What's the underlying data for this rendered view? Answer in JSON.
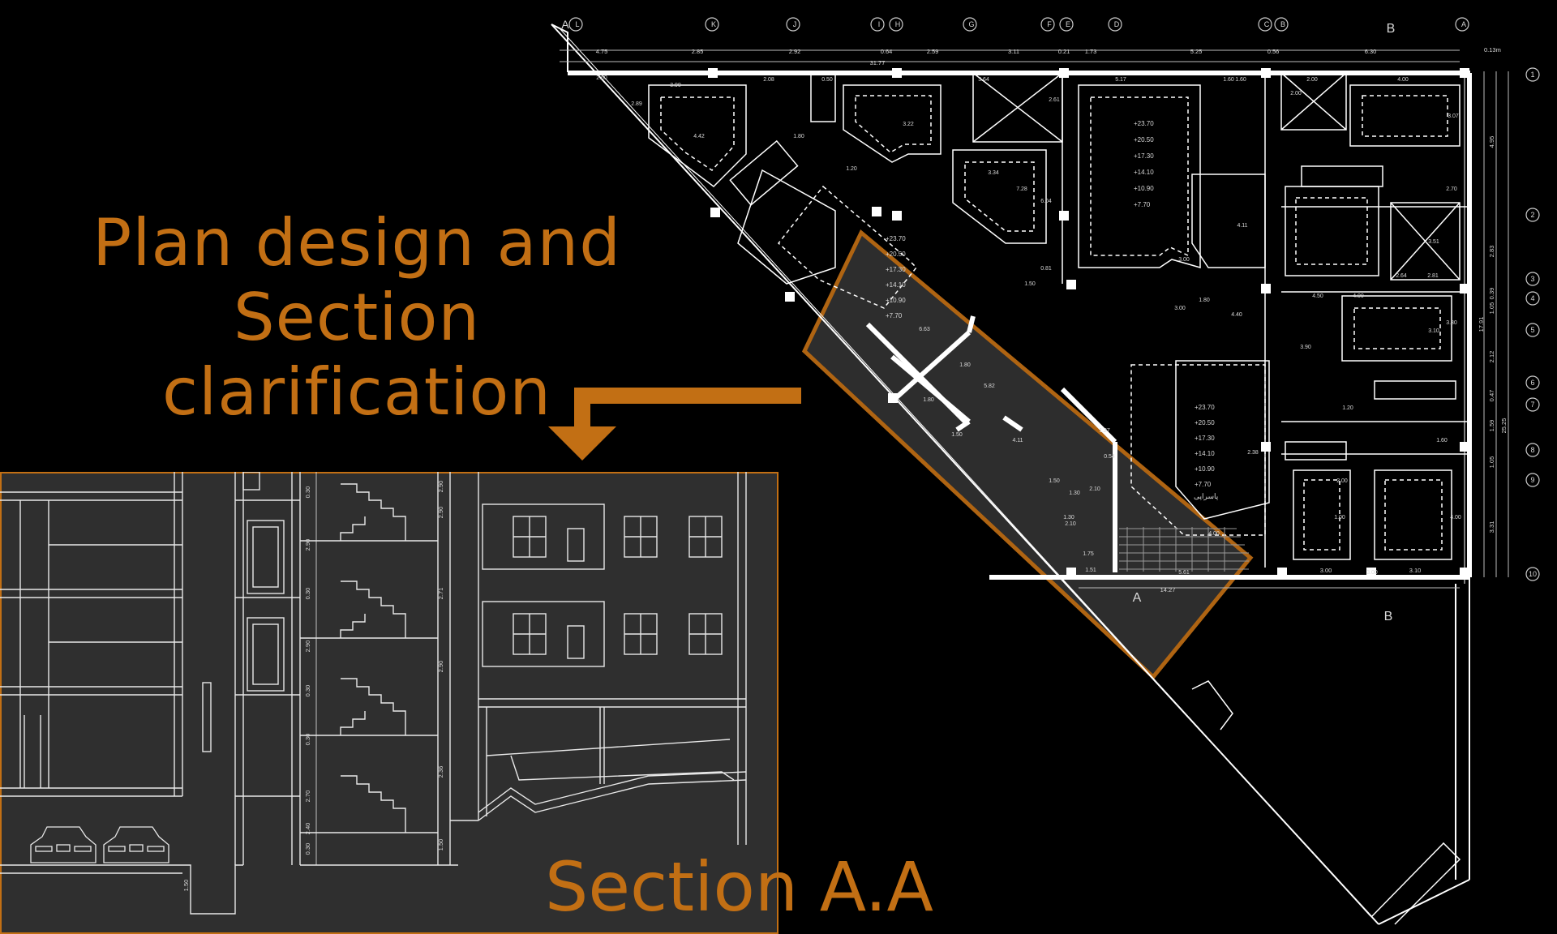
{
  "title": {
    "line1": "Plan design and",
    "line2": "Section clarification"
  },
  "section_caption": "Section A.A",
  "colors": {
    "background": "#000000",
    "accent": "#c26f14",
    "linework": "#ffffff",
    "section_panel": "#2f2f2f",
    "highlight_fill": "rgba(120,120,120,0.45)"
  },
  "plan": {
    "grid_top": [
      "A",
      "L",
      "K",
      "J",
      "I",
      "H",
      "G",
      "F",
      "E",
      "D",
      "C",
      "B",
      "A"
    ],
    "grid_right": [
      "1",
      "2",
      "3",
      "4",
      "5",
      "6",
      "7",
      "8",
      "9",
      "10"
    ],
    "section_marks": [
      "A",
      "B",
      "A",
      "B"
    ],
    "top_dims": [
      "4.75",
      "2.85",
      "2.92",
      "0.64",
      "2.59",
      "3.11",
      "0.21",
      "1.73",
      "5.25",
      "0.56",
      "6.30"
    ],
    "overall_width": "31.77",
    "right_scale": "0.13m",
    "right_dims": [
      "4.95",
      "2.83",
      "0.39",
      "1.05",
      "2.12",
      "0.47",
      "1.59",
      "1.05",
      "3.31"
    ],
    "overall_depth": "17.91",
    "overall_right": "25.25",
    "bottom_dims": [
      "14.27",
      "3.00",
      "3.10"
    ],
    "room_dims": [
      "3.90",
      "2.08",
      "0.50",
      "1.60",
      "3.64",
      "5.17",
      "1.60",
      "2.00",
      "4.00",
      "2.60",
      "2.89",
      "4.42",
      "1.80",
      "1.20",
      "3.22",
      "2.61",
      "3.07",
      "2.00",
      "3.34",
      "6.04",
      "7.28",
      "4.11",
      "3.00",
      "3.51",
      "2.81",
      "2.64",
      "2.70",
      "1.80",
      "3.00",
      "4.00",
      "0.81",
      "4.50",
      "4.40",
      "3.90",
      "3.10",
      "1.50",
      "6.63",
      "1.80",
      "5.82",
      "1.80",
      "1.50",
      "4.11",
      "0.54",
      "1.27",
      "2.10",
      "1.30",
      "1.75",
      "1.51",
      "5.61",
      "3.00",
      "2.38",
      "4.00",
      "2.00",
      "1.60",
      "1.20",
      "3.30",
      "4.00",
      "1.00",
      "1.50",
      "1.30",
      "2.10"
    ],
    "levels": [
      "+23.70",
      "+20.50",
      "+17.30",
      "+14.10",
      "+10.90",
      "+7.70"
    ],
    "arabic_label": "پاسراپی"
  },
  "section": {
    "floor_heights": [
      "2.90",
      "0.30",
      "2.90",
      "0.30",
      "2.90",
      "0.30",
      "2.71",
      "0.30",
      "2.70",
      "0.30",
      "2.40",
      "1.50",
      "1.50",
      "2.36",
      "2.90",
      "2.90"
    ]
  }
}
